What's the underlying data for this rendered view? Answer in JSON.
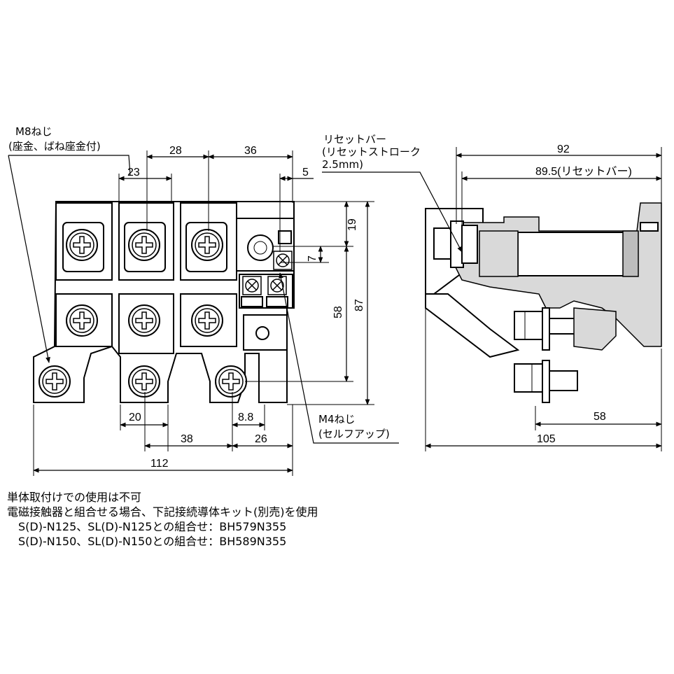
{
  "front_view": {
    "callout_screw_main": "M8ねじ",
    "callout_screw_main_sub": "(座金、ばね座金付)",
    "callout_screw_aux": "M4ねじ",
    "callout_screw_aux_sub": "(セルフアップ)",
    "dimensions": {
      "d28": "28",
      "d36": "36",
      "d23": "23",
      "d5": "5",
      "d19": "19",
      "d7": "7",
      "d58": "58",
      "d87": "87",
      "d20": "20",
      "d8_8": "8.8",
      "d38": "38",
      "d26": "26",
      "d112": "112"
    }
  },
  "side_view": {
    "callout_reset_bar_1": "リセットバー",
    "callout_reset_bar_2": "(リセットストローク",
    "callout_reset_bar_3": "2.5mm)",
    "dimensions": {
      "d92": "92",
      "d89_5": "89.5(リセットバー)",
      "d58": "58",
      "d105": "105"
    }
  },
  "notes": [
    "単体取付けでの使用は不可",
    "電磁接触器と組合せる場合、下記接続導体キット(別売)を使用",
    "　S(D)-N125、SL(D)-N125との組合せ：BH579N355",
    "　S(D)-N150、SL(D)-N150との組合せ：BH589N355"
  ]
}
